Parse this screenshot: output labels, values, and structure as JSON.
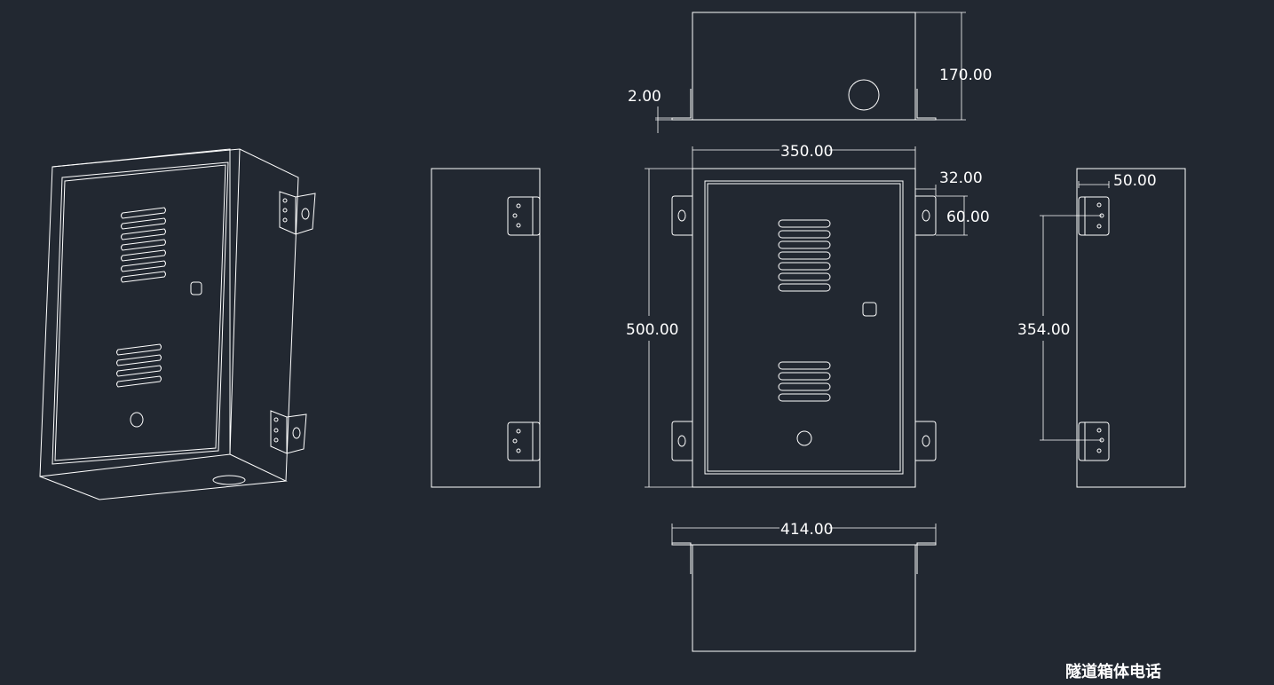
{
  "caption": "隧道箱体电话",
  "dimensions": {
    "top_thickness": "2.00",
    "top_height": "170.00",
    "front_width": "350.00",
    "bracket_offset": "32.00",
    "bracket_height": "60.00",
    "front_height": "500.00",
    "side_depth": "50.00",
    "side_hole_spacing": "354.00",
    "bottom_width": "414.00"
  },
  "colors": {
    "background": "#222831",
    "line": "#ffffff"
  }
}
